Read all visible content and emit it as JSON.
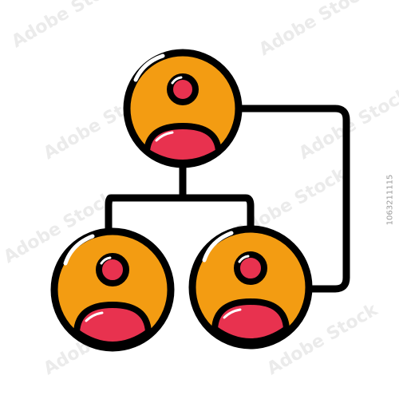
{
  "icon": {
    "name": "organization-hierarchy-icon",
    "colors": {
      "stroke": "#000000",
      "avatar_fill": "#f39c12",
      "person_fill": "#e8324f",
      "highlight": "#ffffff",
      "background": "#ffffff"
    },
    "nodes": [
      {
        "role": "top",
        "icon": "user-icon"
      },
      {
        "role": "bottom-left",
        "icon": "user-icon"
      },
      {
        "role": "bottom-right",
        "icon": "user-icon"
      }
    ]
  },
  "watermark": {
    "brand_text": "Adobe Stock",
    "image_number": "1063211115"
  }
}
